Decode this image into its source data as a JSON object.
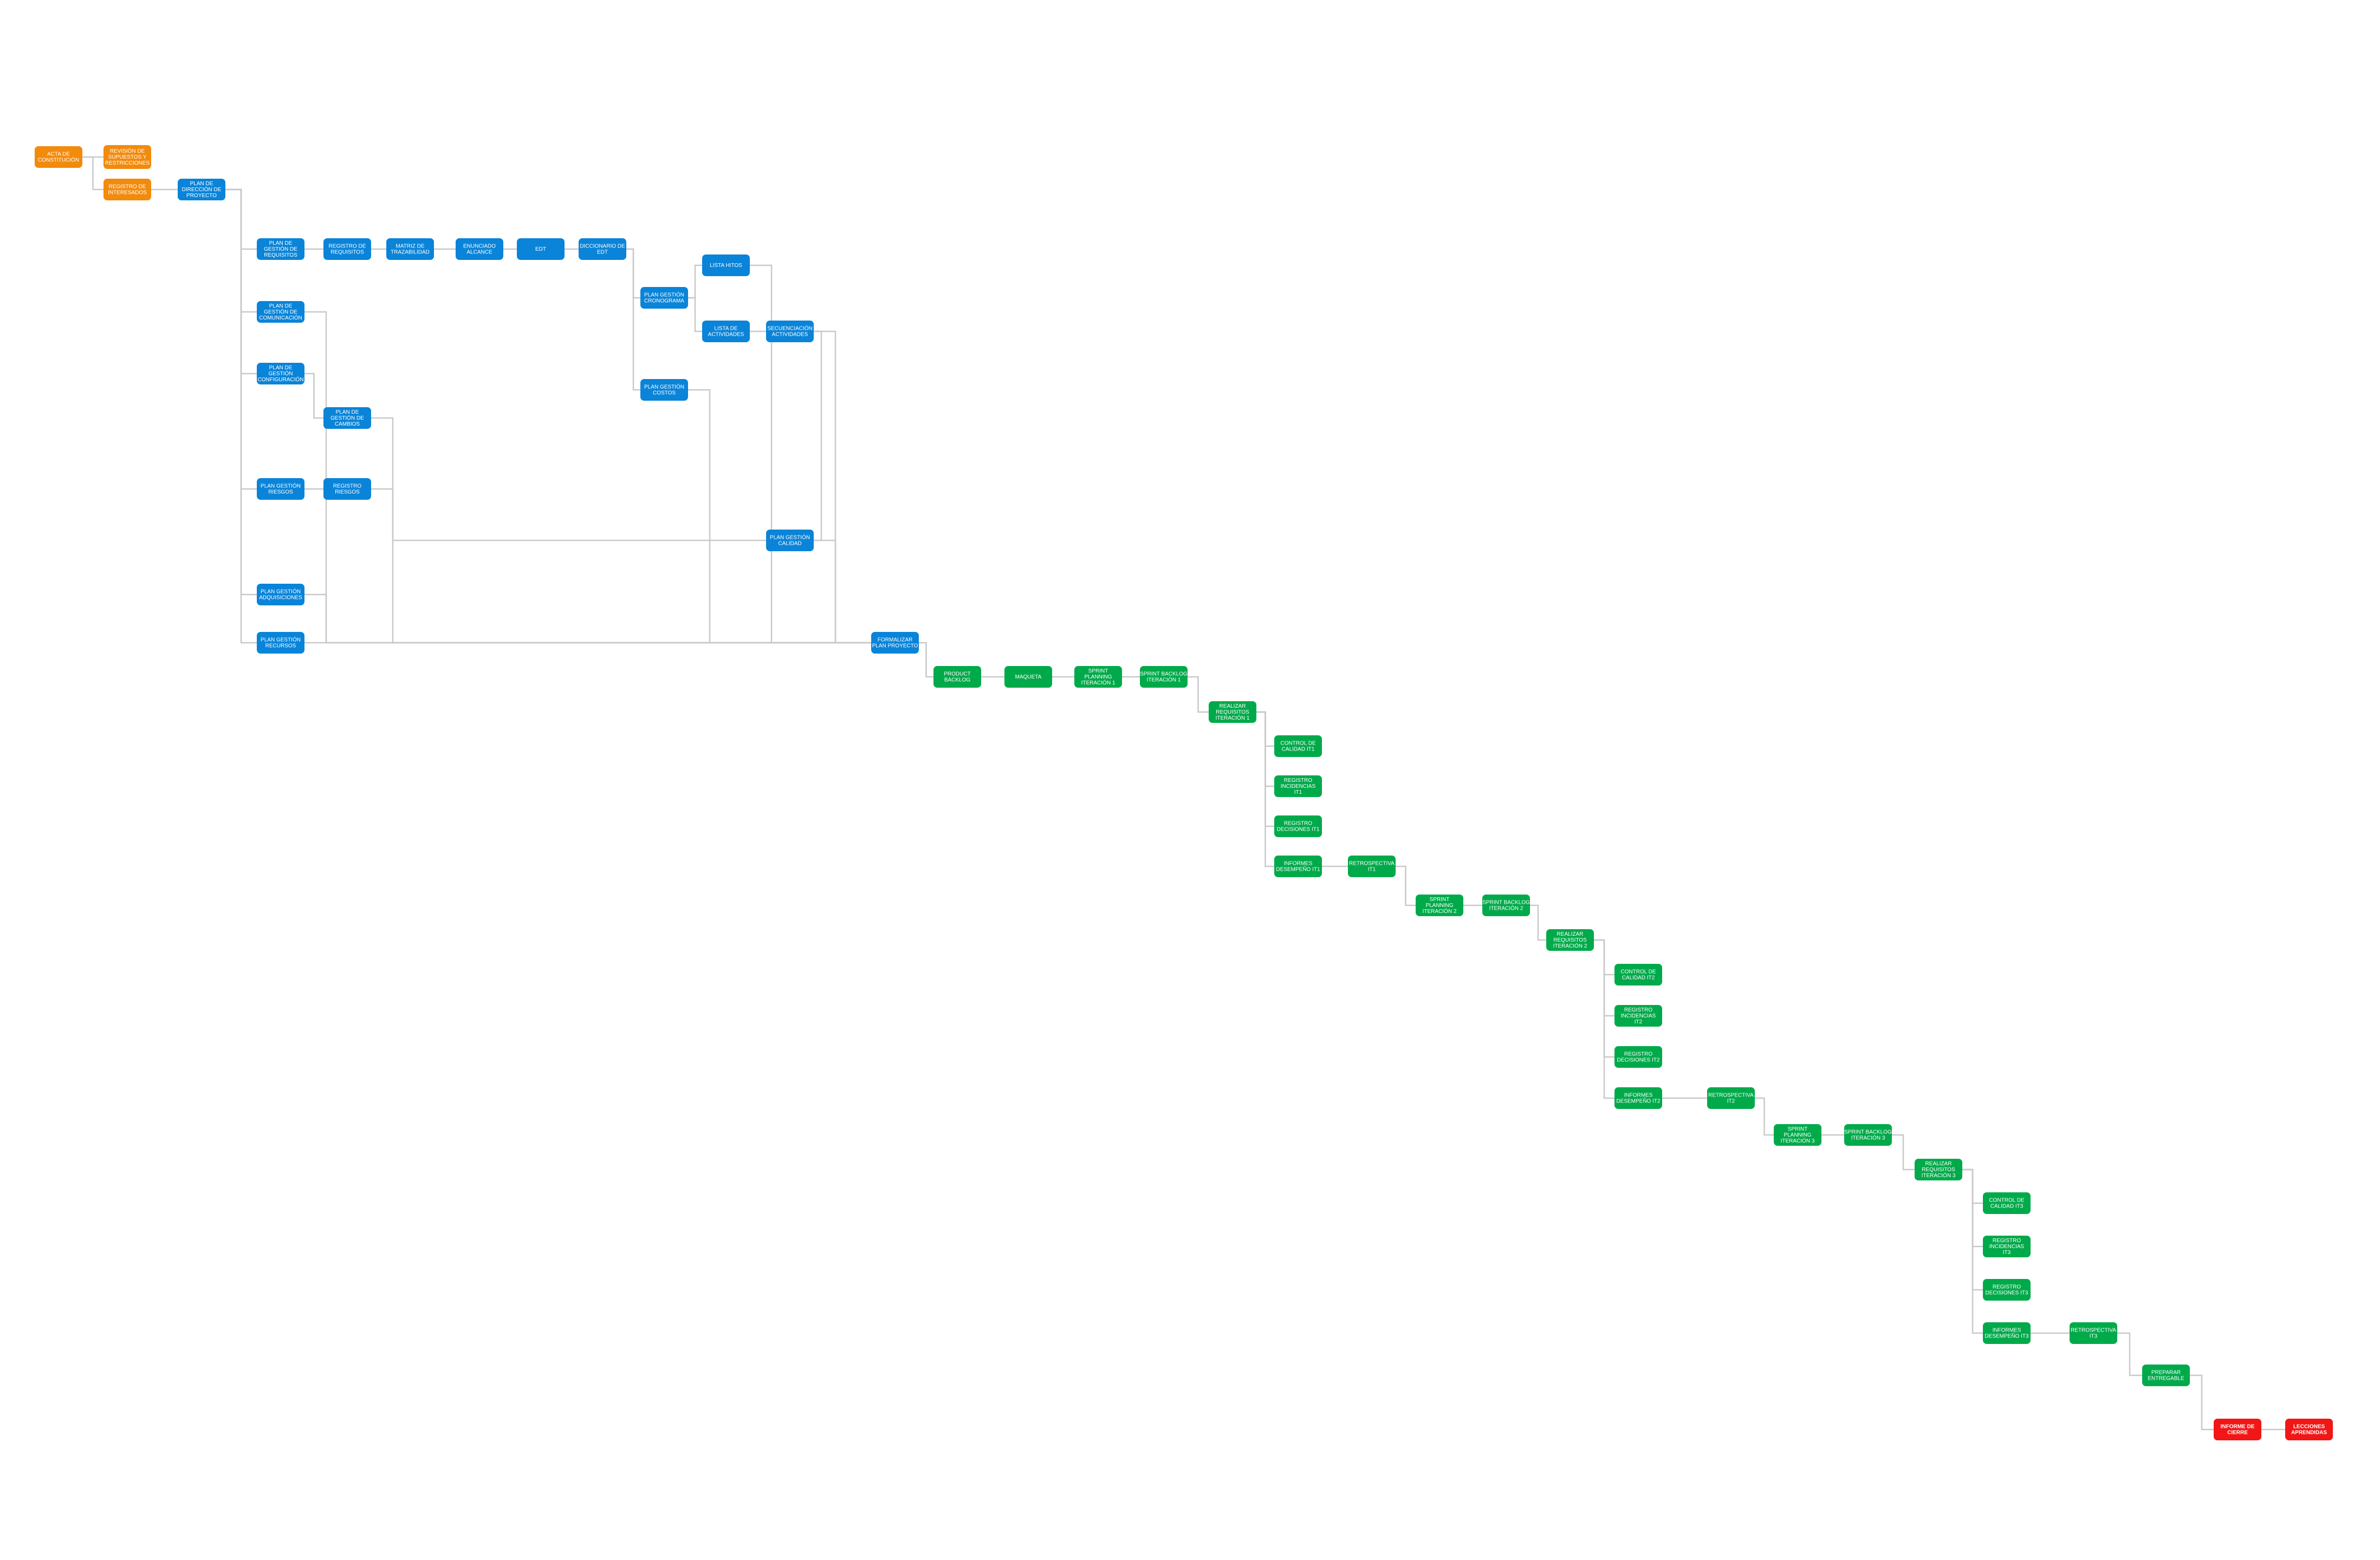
{
  "colors": {
    "initiation": "#f28a0c",
    "planning": "#0a84d8",
    "execution": "#00aa4a",
    "closing": "#f21616",
    "connector": "#c9c9c9",
    "node_text": "#ffffff"
  },
  "nodes": {
    "acta_constitucion": {
      "label": "ACTA DE CONSTITUCIÓN",
      "phase": "initiation"
    },
    "revision_supuestos": {
      "label": "REVISIÓN DE SUPUESTOS Y RESTRICCIONES",
      "phase": "initiation"
    },
    "registro_interesados": {
      "label": "REGISTRO DE INTERESADOS",
      "phase": "initiation"
    },
    "plan_direccion": {
      "label": "PLAN DE DIRECCIÓN DE PROYECTO",
      "phase": "planning"
    },
    "plan_gestion_requisitos": {
      "label": "PLAN DE GESTIÓN DE REQUISITOS",
      "phase": "planning"
    },
    "registro_requisitos": {
      "label": "REGISTRO DE REQUISITOS",
      "phase": "planning"
    },
    "matriz_trazabilidad": {
      "label": "MATRIZ DE TRAZABILIDAD",
      "phase": "planning"
    },
    "enunciado_alcance": {
      "label": "ENUNCIADO ALCANCE",
      "phase": "planning"
    },
    "edt": {
      "label": "EDT",
      "phase": "planning"
    },
    "diccionario_edt": {
      "label": "DICCIONARIO DE EDT",
      "phase": "planning"
    },
    "lista_hitos": {
      "label": "LISTA HITOS",
      "phase": "planning"
    },
    "plan_gestion_cronograma": {
      "label": "PLAN GESTIÓN CRONOGRAMA",
      "phase": "planning"
    },
    "lista_actividades": {
      "label": "LISTA DE ACTIVIDADES",
      "phase": "planning"
    },
    "secuenciacion_actividades": {
      "label": "SECUENCIACIÓN ACTIVIDADES",
      "phase": "planning"
    },
    "plan_gestion_costos": {
      "label": "PLAN GESTIÓN COSTOS",
      "phase": "planning"
    },
    "plan_gestion_comunicacion": {
      "label": "PLAN DE GESTIÓN DE COMUNICACIÓN",
      "phase": "planning"
    },
    "plan_gestion_configuracion": {
      "label": "PLAN DE GESTIÓN CONFIGURACIÓN",
      "phase": "planning"
    },
    "plan_gestion_cambios": {
      "label": "PLAN DE GESTIÓN DE CAMBIOS",
      "phase": "planning"
    },
    "plan_gestion_riesgos": {
      "label": "PLAN GESTIÓN RIESGOS",
      "phase": "planning"
    },
    "registro_riesgos": {
      "label": "REGISTRO RIESGOS",
      "phase": "planning"
    },
    "plan_gestion_calidad": {
      "label": "PLAN GESTIÓN CALIDAD",
      "phase": "planning"
    },
    "plan_gestion_adquisiciones": {
      "label": "PLAN GESTIÓN ADQUISICIONES",
      "phase": "planning"
    },
    "plan_gestion_recursos": {
      "label": "PLAN GESTIÓN RECURSOS",
      "phase": "planning"
    },
    "formalizar_plan": {
      "label": "FORMALIZAR PLAN PROYECTO",
      "phase": "planning"
    },
    "product_backlog": {
      "label": "PRODUCT BACKLOG",
      "phase": "execution"
    },
    "maqueta": {
      "label": "MAQUETA",
      "phase": "execution"
    },
    "sprint_planning_1": {
      "label": "SPRINT PLANNING ITERACIÓN 1",
      "phase": "execution"
    },
    "sprint_backlog_1": {
      "label": "SPRINT BACKLOG ITERACIÓN 1",
      "phase": "execution"
    },
    "realizar_requisitos_1": {
      "label": "REALIZAR REQUISITOS ITERACIÓN 1",
      "phase": "execution"
    },
    "control_calidad_1": {
      "label": "CONTROL DE CALIDAD IT1",
      "phase": "execution"
    },
    "registro_incidencias_1": {
      "label": "REGISTRO INCIDENCIAS IT1",
      "phase": "execution"
    },
    "registro_decisiones_1": {
      "label": "REGISTRO DECISIONES IT1",
      "phase": "execution"
    },
    "informes_desempeno_1": {
      "label": "INFORMES DESEMPEÑO IT1",
      "phase": "execution"
    },
    "retrospectiva_1": {
      "label": "RETROSPECTIVA IT1",
      "phase": "execution"
    },
    "sprint_planning_2": {
      "label": "SPRINT PLANNING ITERACIÓN 2",
      "phase": "execution"
    },
    "sprint_backlog_2": {
      "label": "SPRINT BACKLOG ITERACIÓN 2",
      "phase": "execution"
    },
    "realizar_requisitos_2": {
      "label": "REALIZAR REQUISITOS ITERACIÓN 2",
      "phase": "execution"
    },
    "control_calidad_2": {
      "label": "CONTROL DE CALIDAD IT2",
      "phase": "execution"
    },
    "registro_incidencias_2": {
      "label": "REGISTRO INCIDENCIAS IT2",
      "phase": "execution"
    },
    "registro_decisiones_2": {
      "label": "REGISTRO DECISIONES IT2",
      "phase": "execution"
    },
    "informes_desempeno_2": {
      "label": "INFORMES DESEMPEÑO IT2",
      "phase": "execution"
    },
    "retrospectiva_2": {
      "label": "RETROSPECTIVA IT2",
      "phase": "execution"
    },
    "sprint_planning_3": {
      "label": "SPRINT PLANNING ITERACIÓN 3",
      "phase": "execution"
    },
    "sprint_backlog_3": {
      "label": "SPRINT BACKLOG ITERACIÓN 3",
      "phase": "execution"
    },
    "realizar_requisitos_3": {
      "label": "REALIZAR REQUISITOS ITERACIÓN 3",
      "phase": "execution"
    },
    "control_calidad_3": {
      "label": "CONTROL DE CALIDAD IT3",
      "phase": "execution"
    },
    "registro_incidencias_3": {
      "label": "REGISTRO INCIDENCIAS IT3",
      "phase": "execution"
    },
    "registro_decisiones_3": {
      "label": "REGISTRO DECISIONES IT3",
      "phase": "execution"
    },
    "informes_desempeno_3": {
      "label": "INFORMES DESEMPEÑO IT3",
      "phase": "execution"
    },
    "retrospectiva_3": {
      "label": "RETROSPECTIVA IT3",
      "phase": "execution"
    },
    "preparar_entregable": {
      "label": "PREPARAR ENTREGABLE",
      "phase": "execution"
    },
    "informe_cierre": {
      "label": "INFORME DE CIERRE",
      "phase": "closing"
    },
    "lecciones_aprendidas": {
      "label": "LECCIONES APRENDIDAS",
      "phase": "closing"
    }
  },
  "edges": [
    [
      "acta_constitucion",
      "revision_supuestos"
    ],
    [
      "acta_constitucion",
      "registro_interesados"
    ],
    [
      "registro_interesados",
      "plan_direccion"
    ],
    [
      "plan_direccion",
      "plan_gestion_requisitos"
    ],
    [
      "plan_direccion",
      "plan_gestion_comunicacion"
    ],
    [
      "plan_direccion",
      "plan_gestion_configuracion"
    ],
    [
      "plan_direccion",
      "plan_gestion_riesgos"
    ],
    [
      "plan_direccion",
      "plan_gestion_adquisiciones"
    ],
    [
      "plan_direccion",
      "plan_gestion_recursos"
    ],
    [
      "plan_gestion_requisitos",
      "registro_requisitos"
    ],
    [
      "registro_requisitos",
      "matriz_trazabilidad"
    ],
    [
      "matriz_trazabilidad",
      "enunciado_alcance"
    ],
    [
      "enunciado_alcance",
      "edt"
    ],
    [
      "edt",
      "diccionario_edt"
    ],
    [
      "diccionario_edt",
      "plan_gestion_cronograma"
    ],
    [
      "diccionario_edt",
      "plan_gestion_costos"
    ],
    [
      "plan_gestion_cronograma",
      "lista_hitos"
    ],
    [
      "plan_gestion_cronograma",
      "lista_actividades"
    ],
    [
      "lista_actividades",
      "secuenciacion_actividades"
    ],
    [
      "plan_gestion_configuracion",
      "plan_gestion_cambios"
    ],
    [
      "plan_gestion_riesgos",
      "registro_riesgos"
    ],
    [
      "registro_riesgos",
      "plan_gestion_calidad"
    ],
    [
      "secuenciacion_actividades",
      "plan_gestion_calidad"
    ],
    [
      "lista_hitos",
      "formalizar_plan"
    ],
    [
      "secuenciacion_actividades",
      "formalizar_plan"
    ],
    [
      "plan_gestion_costos",
      "formalizar_plan"
    ],
    [
      "plan_gestion_cambios",
      "formalizar_plan"
    ],
    [
      "plan_gestion_calidad",
      "formalizar_plan"
    ],
    [
      "plan_gestion_comunicacion",
      "formalizar_plan"
    ],
    [
      "plan_gestion_adquisiciones",
      "formalizar_plan"
    ],
    [
      "plan_gestion_recursos",
      "formalizar_plan"
    ],
    [
      "formalizar_plan",
      "product_backlog"
    ],
    [
      "product_backlog",
      "maqueta"
    ],
    [
      "maqueta",
      "sprint_planning_1"
    ],
    [
      "sprint_planning_1",
      "sprint_backlog_1"
    ],
    [
      "sprint_backlog_1",
      "realizar_requisitos_1"
    ],
    [
      "realizar_requisitos_1",
      "control_calidad_1"
    ],
    [
      "realizar_requisitos_1",
      "registro_incidencias_1"
    ],
    [
      "realizar_requisitos_1",
      "registro_decisiones_1"
    ],
    [
      "realizar_requisitos_1",
      "informes_desempeno_1"
    ],
    [
      "informes_desempeno_1",
      "retrospectiva_1"
    ],
    [
      "retrospectiva_1",
      "sprint_planning_2"
    ],
    [
      "sprint_planning_2",
      "sprint_backlog_2"
    ],
    [
      "sprint_backlog_2",
      "realizar_requisitos_2"
    ],
    [
      "realizar_requisitos_2",
      "control_calidad_2"
    ],
    [
      "realizar_requisitos_2",
      "registro_incidencias_2"
    ],
    [
      "realizar_requisitos_2",
      "registro_decisiones_2"
    ],
    [
      "realizar_requisitos_2",
      "informes_desempeno_2"
    ],
    [
      "informes_desempeno_2",
      "retrospectiva_2"
    ],
    [
      "retrospectiva_2",
      "sprint_planning_3"
    ],
    [
      "sprint_planning_3",
      "sprint_backlog_3"
    ],
    [
      "sprint_backlog_3",
      "realizar_requisitos_3"
    ],
    [
      "realizar_requisitos_3",
      "control_calidad_3"
    ],
    [
      "realizar_requisitos_3",
      "registro_incidencias_3"
    ],
    [
      "realizar_requisitos_3",
      "registro_decisiones_3"
    ],
    [
      "realizar_requisitos_3",
      "informes_desempeno_3"
    ],
    [
      "informes_desempeno_3",
      "retrospectiva_3"
    ],
    [
      "retrospectiva_3",
      "preparar_entregable"
    ],
    [
      "preparar_entregable",
      "informe_cierre"
    ],
    [
      "informe_cierre",
      "lecciones_aprendidas"
    ]
  ]
}
